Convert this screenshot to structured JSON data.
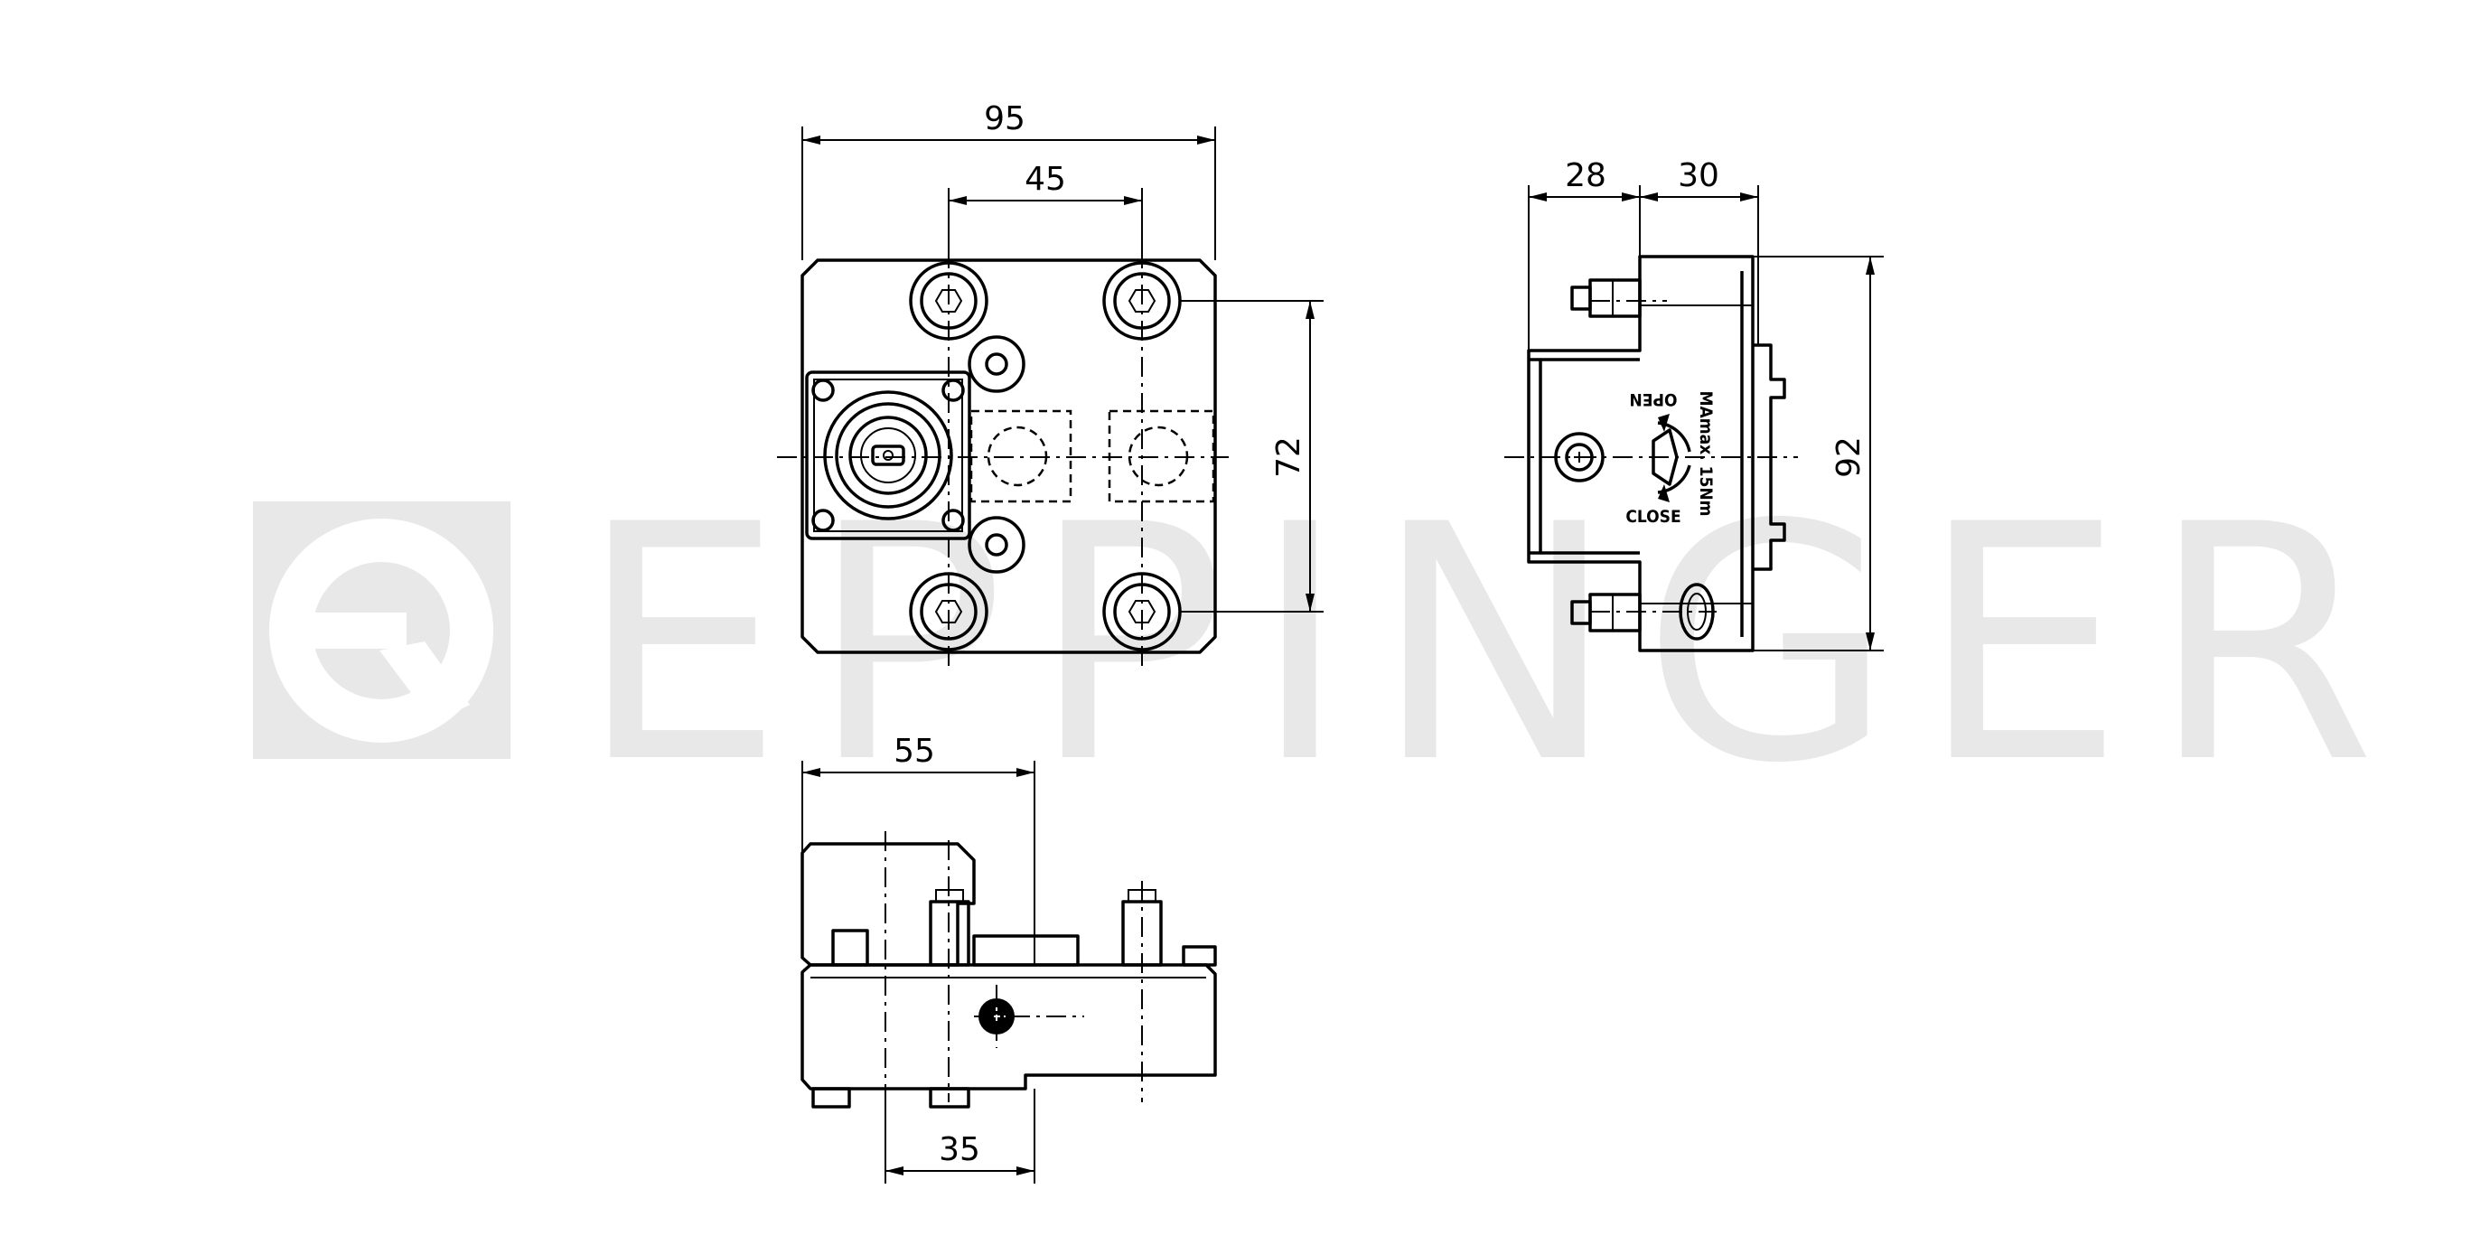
{
  "watermark": {
    "text": "EPPINGER",
    "color": "#e8e8e8",
    "icon": "eppinger-logo-icon"
  },
  "front_view": {
    "dim_width": "95",
    "dim_bolt_spacing_x": "45",
    "dim_bolt_spacing_y": "72",
    "icon": "tool-holder-front-view"
  },
  "side_view": {
    "dim_a": "28",
    "dim_b": "30",
    "dim_height": "92",
    "label_open": "OPEN",
    "label_close": "CLOSE",
    "label_torque": "MAmax. 15Nm"
  },
  "bottom_view": {
    "dim_top": "55",
    "dim_bottom": "35"
  }
}
